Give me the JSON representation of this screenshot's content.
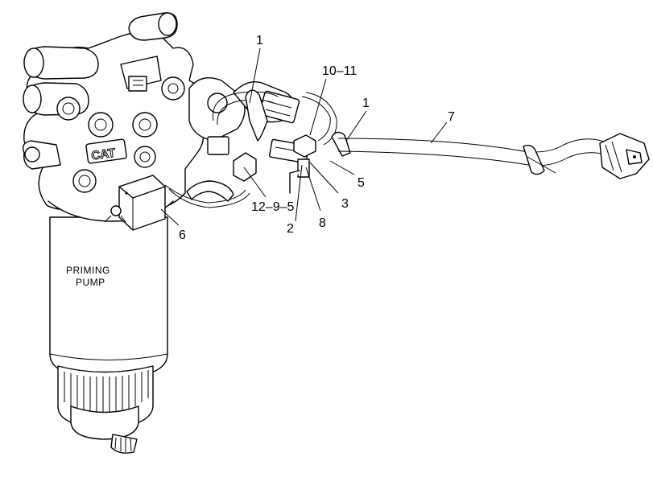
{
  "diagram": {
    "callouts": [
      "1",
      "10–11",
      "1",
      "7",
      "5",
      "3",
      "8",
      "2",
      "12–9–5",
      "6"
    ],
    "labels": {
      "priming_line1": "PRIMING",
      "priming_line2": "PUMP",
      "logo": "CAT"
    }
  }
}
